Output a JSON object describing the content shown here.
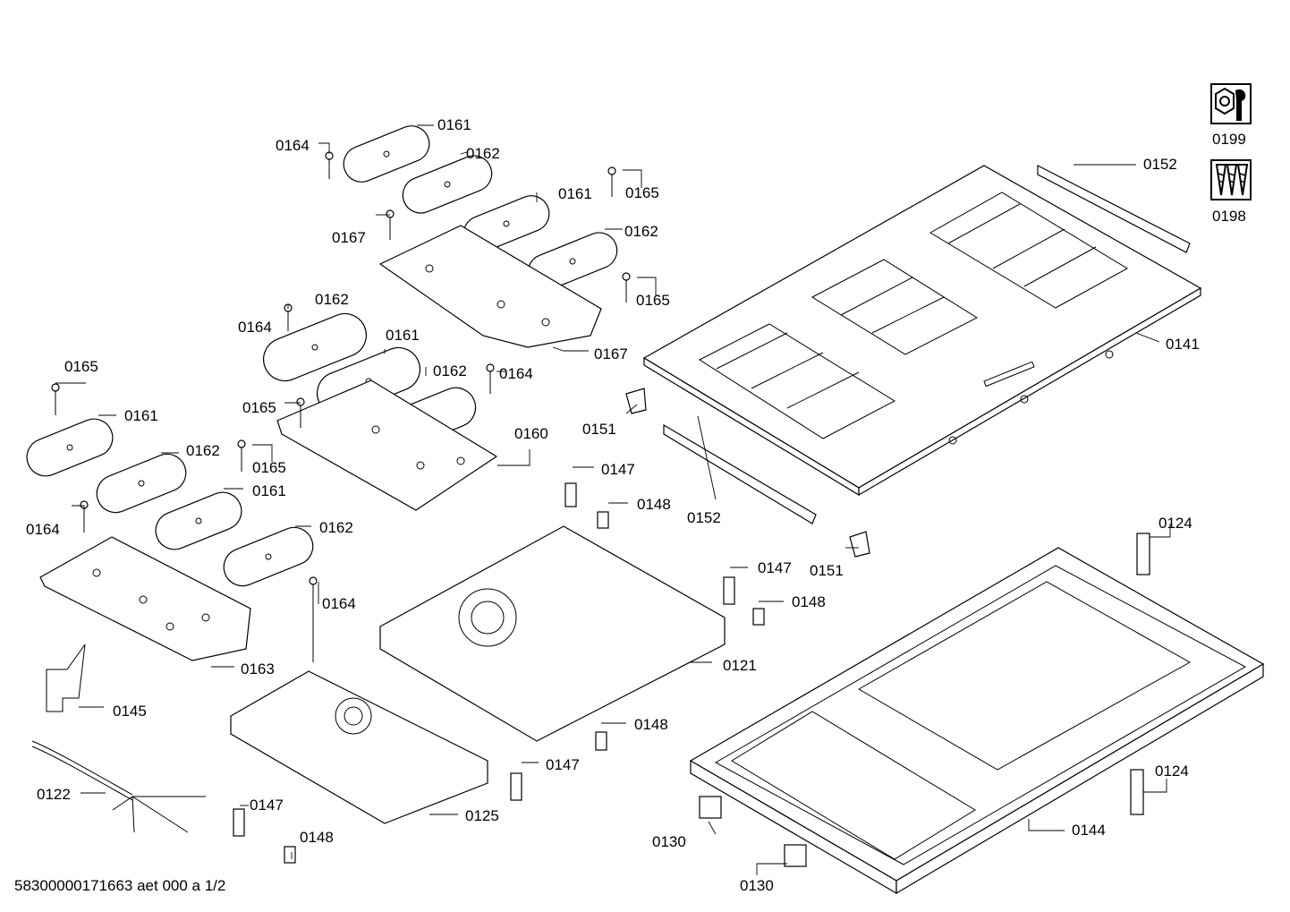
{
  "document_id": "58300000171663 aet 000 a 1/2",
  "service_icons": [
    {
      "number": "0199",
      "icon": "wrench-nut-icon"
    },
    {
      "number": "0198",
      "icon": "screws-icon"
    }
  ],
  "part_numbers": [
    "0161",
    "0162",
    "0164",
    "0165",
    "0167",
    "0161",
    "0162",
    "0164",
    "0165",
    "0162",
    "0161",
    "0162",
    "0164",
    "0165",
    "0160",
    "0165",
    "0161",
    "0162",
    "0165",
    "0164",
    "0161",
    "0162",
    "0163",
    "0164",
    "0145",
    "0122",
    "0125",
    "0147",
    "0148",
    "0147",
    "0148",
    "0121",
    "0147",
    "0148",
    "0148",
    "0147",
    "0151",
    "0152",
    "0151",
    "0152",
    "0141",
    "0124",
    "0124",
    "0144",
    "0130",
    "0130"
  ]
}
